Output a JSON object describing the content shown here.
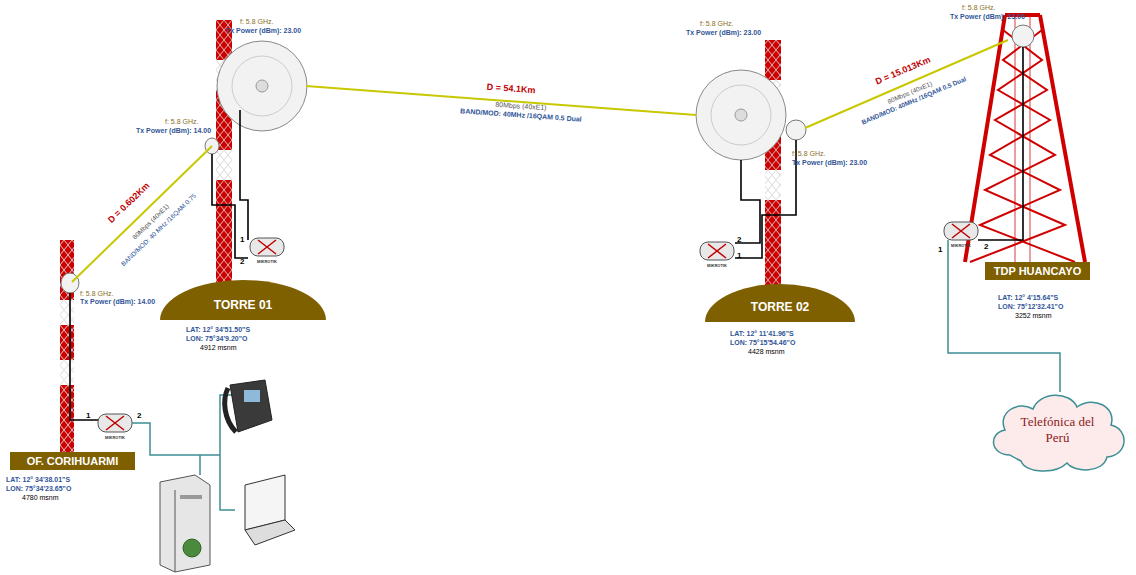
{
  "diagram": {
    "nodes": [
      {
        "text": [
          "OF. CORIHUARMI"
        ]
      },
      {
        "text": [
          "TORRE 01"
        ]
      },
      {
        "text": [
          "TORRE 02"
        ]
      },
      {
        "text": [
          "TDP HUANCAYO"
        ]
      },
      {
        "text": [
          "Telefónica del Perú"
        ]
      }
    ],
    "edges": [
      {
        "from": 0,
        "to": 1,
        "arrow": "none",
        "label": "D = 0.602Km"
      },
      {
        "from": 1,
        "to": 2,
        "arrow": "none",
        "label": "D = 54.1Km"
      },
      {
        "from": 2,
        "to": 3,
        "arrow": "none",
        "label": "D = 15.013Km"
      },
      {
        "from": 3,
        "to": 4,
        "arrow": "none"
      }
    ],
    "labels": [
      "f: 5.8 GHz.",
      "Tx Power (dBm): 14.00",
      "f: 5.8 GHz.",
      "Tx Power (dBm): 14.00",
      "f: 5.8 GHz.",
      "Tx Power (dBm): 23.00",
      "f: 5.8 GHz.",
      "Tx Power (dBm): 23.00",
      "f: 5.8 GHz.",
      "Tx Power (dBm): 23.00",
      "f: 5.8 GHz.",
      "Tx Power (dBm): 23.00",
      "80Mbps (40xE1)",
      "BAND/MOD: 40 MHz /16QAM 0.75",
      "80Mbps (40xE1)",
      "BAND/MOD: 40MHz /16QAM 0.5 Dual",
      "80Mbps (40xE1)",
      "BAND/MOD: 40MHz /16QAM 0.5 Dual",
      "1",
      "2",
      "1",
      "2",
      "2",
      "1",
      "2",
      "1",
      "MIKROTIK",
      "MIKROTIK",
      "MIKROTIK",
      "MIKROTIK",
      "LAT: 12° 34'38.01\"S",
      "LON: 75°34'23.65\"O",
      "4780 msnm",
      "LAT: 12° 34'51.50\"S",
      "LON: 75°34'9.20\"O",
      "4912 msnm",
      "LAT: 12° 11'41.96\"S",
      "LON: 75°15'54.46\"O",
      "4428 msnm",
      "LAT: 12° 4'15.64\"S",
      "LON: 75°12'32.41\"O",
      "3252 msnm"
    ]
  }
}
